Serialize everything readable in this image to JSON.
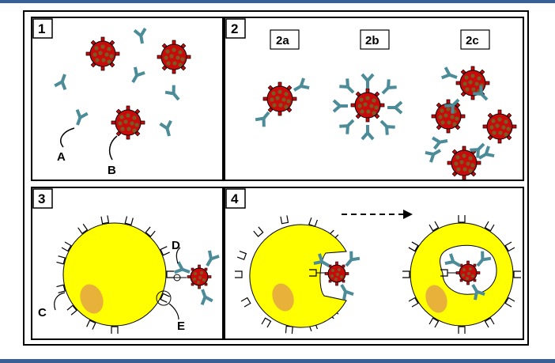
{
  "panels": [
    {
      "number": "1"
    },
    {
      "number": "2",
      "sublabels": [
        "2a",
        "2b",
        "2c"
      ]
    },
    {
      "number": "3"
    },
    {
      "number": "4"
    }
  ],
  "callouts": {
    "A": "A",
    "B": "B",
    "C": "C",
    "D": "D",
    "E": "E"
  },
  "colors": {
    "virus": "#c80a0a",
    "virus_dot": "#7a5a22",
    "antibody": "#4b8c98",
    "cell": "#ffff00",
    "nucleus": "#e8b23a",
    "frame": "#3a5f95"
  }
}
